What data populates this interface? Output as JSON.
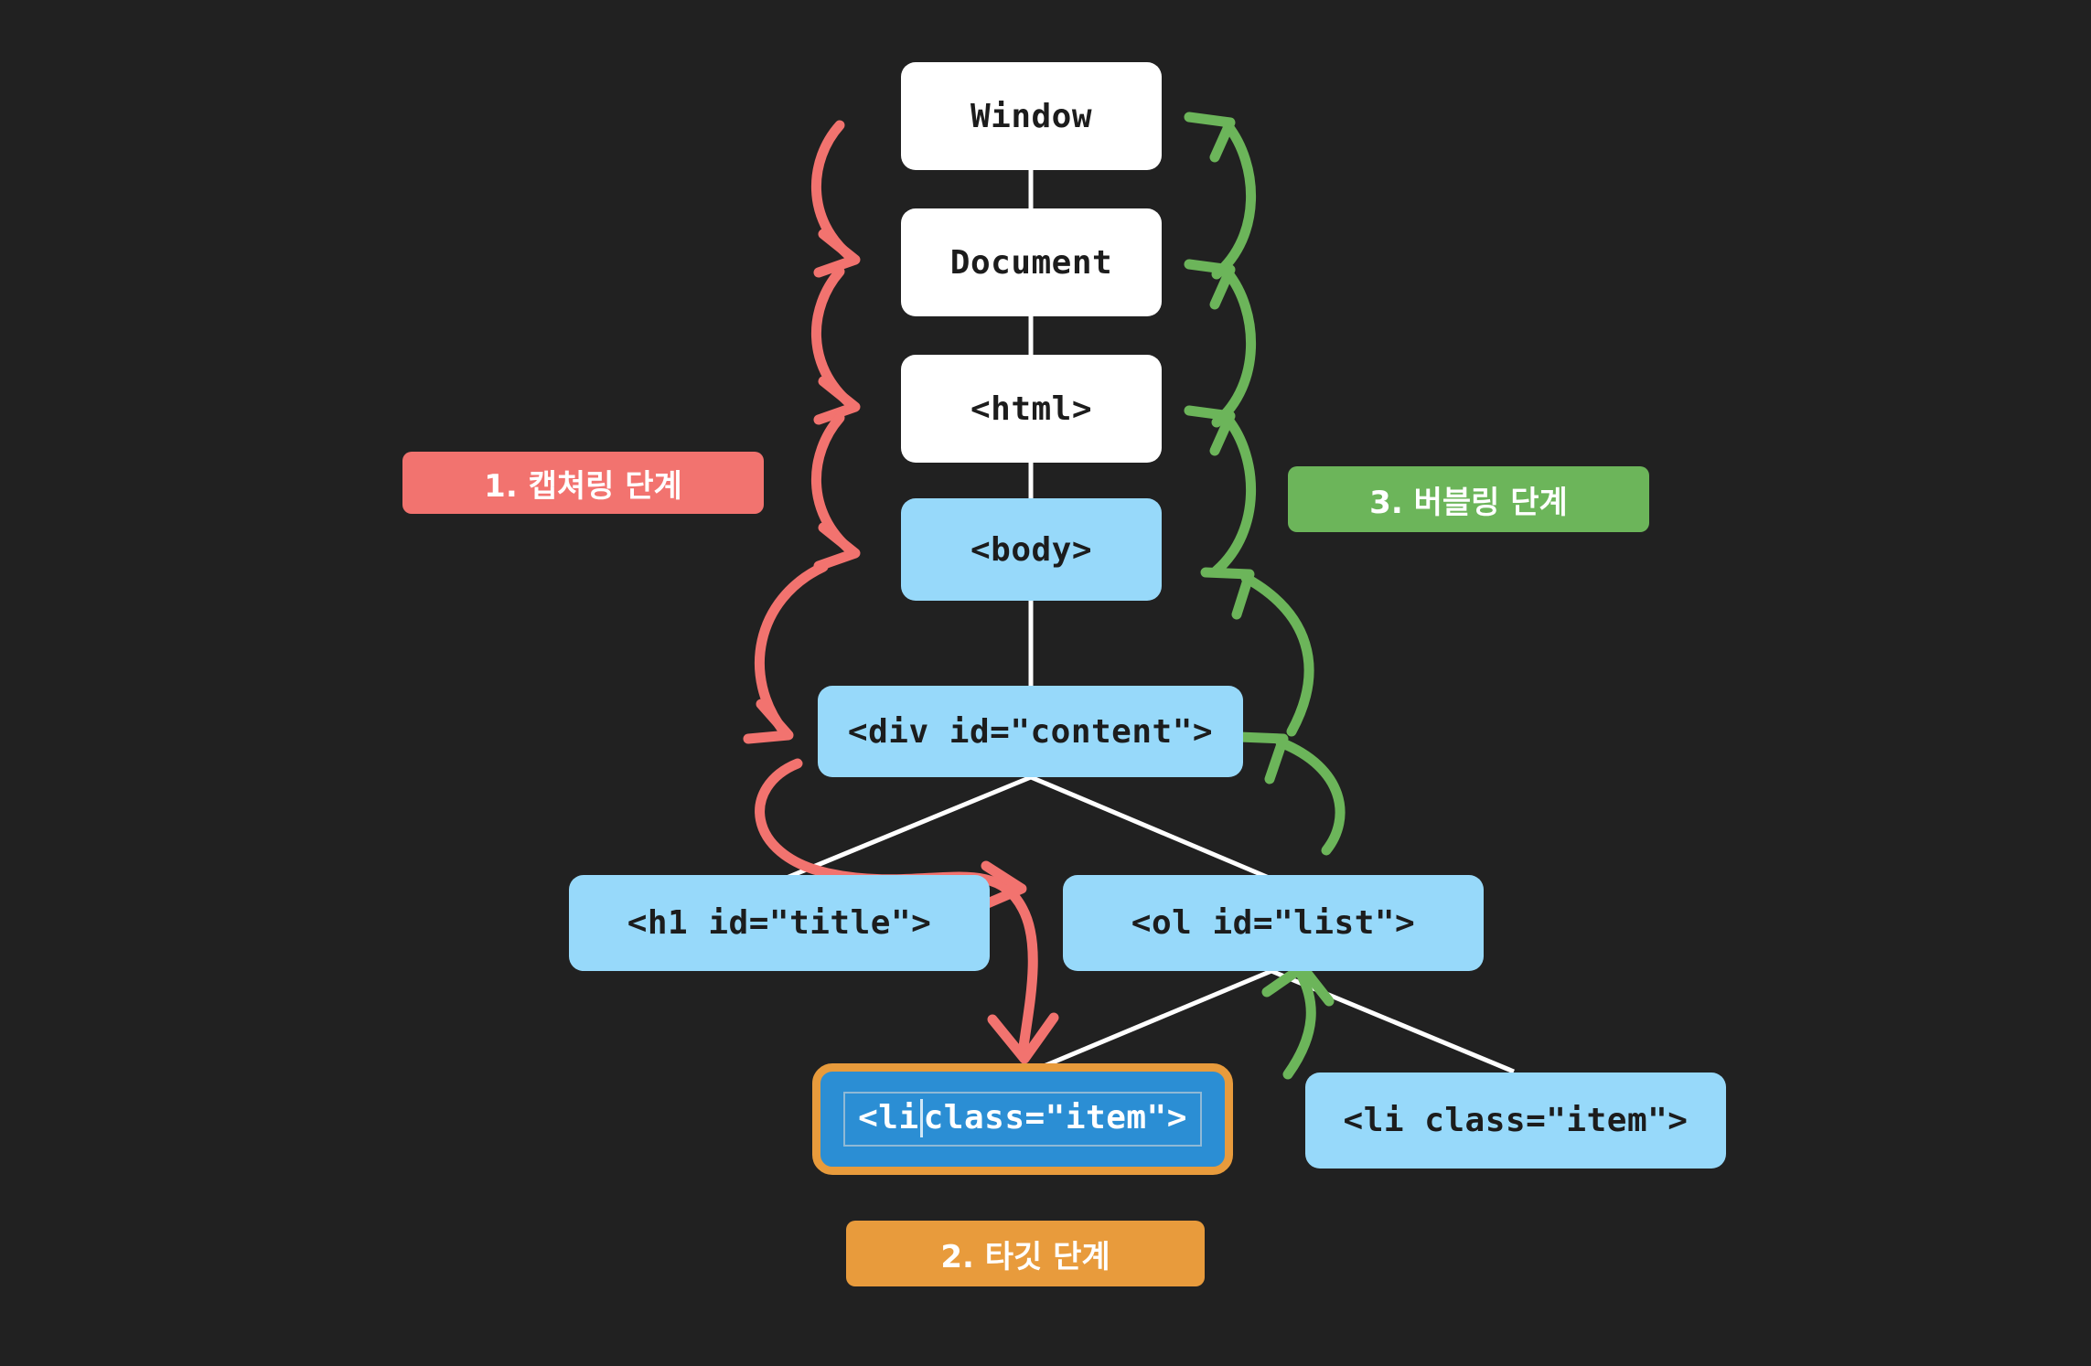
{
  "diagram": {
    "title": "DOM Event Propagation",
    "background_color": "#212121",
    "colors": {
      "node_white": "#ffffff",
      "node_blue": "#97d9fa",
      "target_blue": "#2b8ed4",
      "capturing_red": "#f2736f",
      "bubbling_green": "#6cb55a",
      "target_orange": "#e89b3c",
      "edge_white": "#ffffff"
    }
  },
  "nodes": [
    {
      "id": "window",
      "label": "Window",
      "style": "white"
    },
    {
      "id": "document",
      "label": "Document",
      "style": "white"
    },
    {
      "id": "html",
      "label": "<html>",
      "style": "white"
    },
    {
      "id": "body",
      "label": "<body>",
      "style": "blue"
    },
    {
      "id": "div",
      "label": "<div id=\"content\">",
      "style": "blue"
    },
    {
      "id": "h1",
      "label": "<h1 id=\"title\">",
      "style": "blue"
    },
    {
      "id": "ol",
      "label": "<ol id=\"list\">",
      "style": "blue"
    },
    {
      "id": "li1",
      "label": "<li class=\"item\">",
      "style": "target",
      "label_before_caret": "<li",
      "label_after_caret": " class=\"item\">"
    },
    {
      "id": "li2",
      "label": "<li class=\"item\">",
      "style": "blue"
    }
  ],
  "phases": [
    {
      "id": "capturing",
      "label": "1. 캡쳐링 단계",
      "color": "#f2736f"
    },
    {
      "id": "target",
      "label": "2. 타깃 단계",
      "color": "#e89b3c"
    },
    {
      "id": "bubbling",
      "label": "3. 버블링 단계",
      "color": "#6cb55a"
    }
  ],
  "edges": [
    {
      "from": "window",
      "to": "document"
    },
    {
      "from": "document",
      "to": "html"
    },
    {
      "from": "html",
      "to": "body"
    },
    {
      "from": "body",
      "to": "div"
    },
    {
      "from": "div",
      "to": "h1"
    },
    {
      "from": "div",
      "to": "ol"
    },
    {
      "from": "ol",
      "to": "li1"
    },
    {
      "from": "ol",
      "to": "li2"
    }
  ]
}
